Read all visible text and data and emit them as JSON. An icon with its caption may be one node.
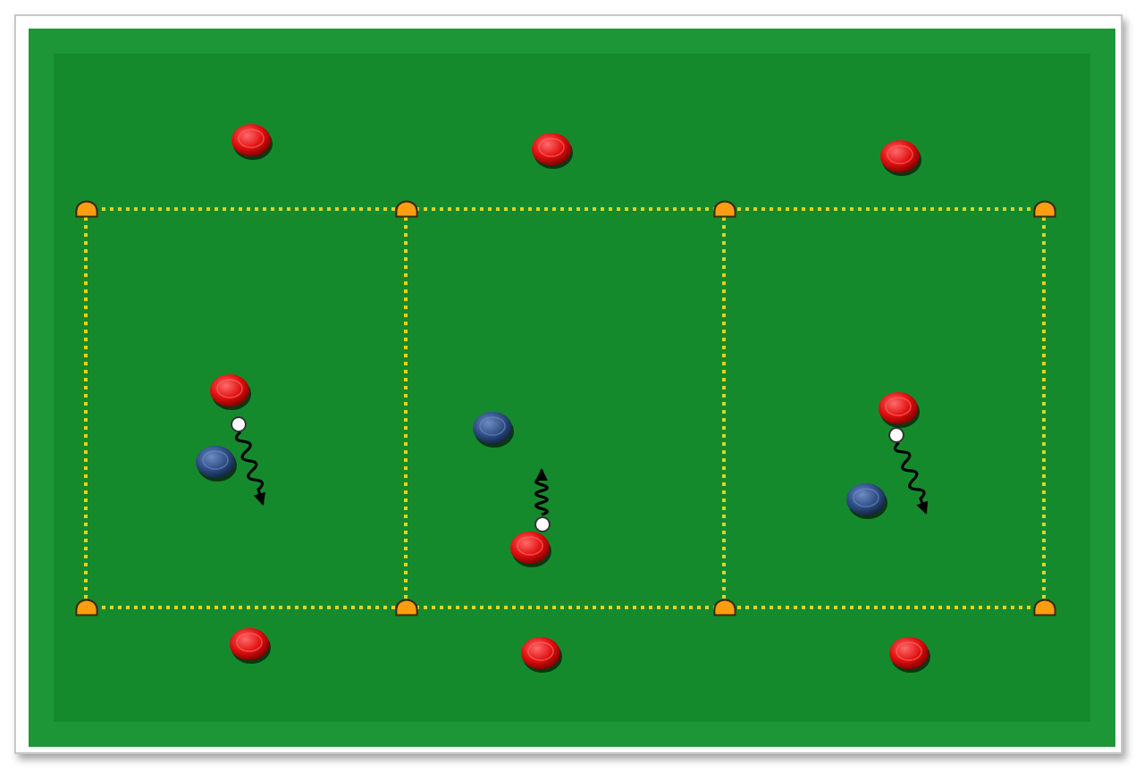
{
  "diagram": {
    "nodes": [
      {
        "text": [],
        "shape": "circle"
      },
      {
        "text": [],
        "shape": "circle"
      },
      {
        "text": [],
        "shape": "circle"
      }
    ],
    "edges": [
      {
        "from": 0,
        "to": null,
        "arrow": "to"
      },
      {
        "from": 1,
        "to": null,
        "arrow": "to"
      },
      {
        "from": 2,
        "to": null,
        "arrow": "to"
      }
    ]
  }
}
